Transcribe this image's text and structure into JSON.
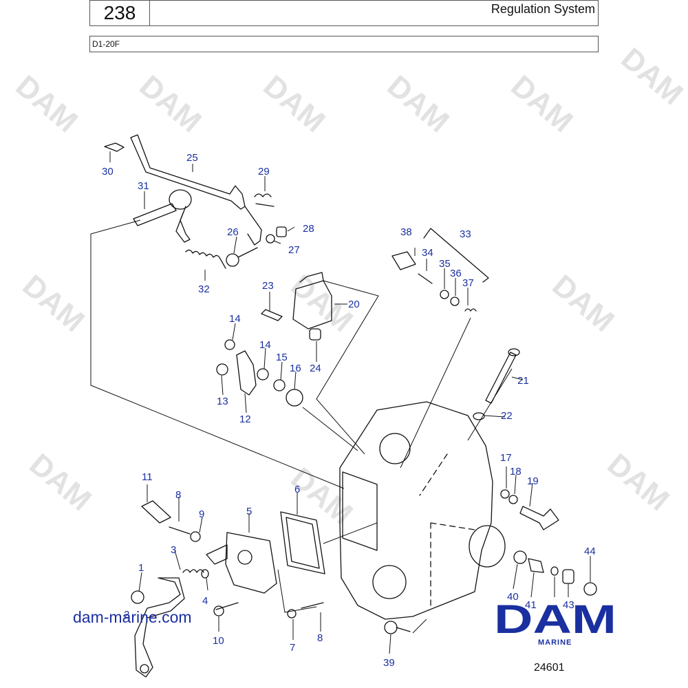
{
  "header": {
    "page_number": "238",
    "section_title": "Regulation System",
    "model": "D1-20F"
  },
  "watermark": "DAM",
  "part_labels": [
    "1",
    "2",
    "3",
    "4",
    "5",
    "6",
    "7",
    "8",
    "8",
    "9",
    "10",
    "11",
    "12",
    "13",
    "14",
    "14",
    "15",
    "16",
    "17",
    "18",
    "19",
    "20",
    "21",
    "22",
    "23",
    "24",
    "25",
    "26",
    "27",
    "28",
    "29",
    "30",
    "31",
    "32",
    "33",
    "34",
    "35",
    "36",
    "37",
    "38",
    "39",
    "40",
    "41",
    "43",
    "44"
  ],
  "footer": {
    "website": "dam-marine.com",
    "logo_text": "DAM",
    "logo_subtext": "MARINE",
    "diagram_code": "24601"
  },
  "colors": {
    "label_blue": "#1a2fa0",
    "logo_blue": "#1a2fa0",
    "watermark_gray": "#e2e2e2",
    "line_black": "#111111"
  }
}
